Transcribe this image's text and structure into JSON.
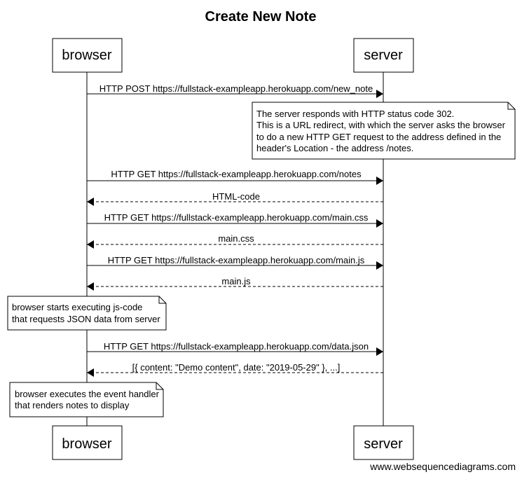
{
  "title": "Create New Note",
  "actors": [
    "browser",
    "server"
  ],
  "messages": [
    {
      "from": "browser",
      "to": "server",
      "label": "HTTP POST https://fullstack-exampleapp.herokuapp.com/new_note",
      "style": "solid"
    },
    {
      "from": "browser",
      "to": "server",
      "label": "HTTP GET https://fullstack-exampleapp.herokuapp.com/notes",
      "style": "solid"
    },
    {
      "from": "server",
      "to": "browser",
      "label": "HTML-code",
      "style": "dashed"
    },
    {
      "from": "browser",
      "to": "server",
      "label": "HTTP GET https://fullstack-exampleapp.herokuapp.com/main.css",
      "style": "solid"
    },
    {
      "from": "server",
      "to": "browser",
      "label": "main.css",
      "style": "dashed"
    },
    {
      "from": "browser",
      "to": "server",
      "label": "HTTP GET https://fullstack-exampleapp.herokuapp.com/main.js",
      "style": "solid"
    },
    {
      "from": "server",
      "to": "browser",
      "label": "main.js",
      "style": "dashed"
    },
    {
      "from": "browser",
      "to": "server",
      "label": "HTTP GET https://fullstack-exampleapp.herokuapp.com/data.json",
      "style": "solid"
    },
    {
      "from": "server",
      "to": "browser",
      "label": "[{ content: \"Demo content\", date: \"2019-05-29\" }, ...]",
      "style": "dashed"
    }
  ],
  "notes": [
    {
      "attached_to": "server",
      "lines": [
        "The server responds with HTTP status code 302.",
        "This is a URL redirect, with which the server asks the browser",
        "to do a new HTTP GET request to the address defined in the",
        "header's Location - the address /notes."
      ]
    },
    {
      "attached_to": "browser",
      "lines": [
        "browser starts executing js-code",
        "that requests JSON data from server"
      ]
    },
    {
      "attached_to": "browser",
      "lines": [
        "browser executes the event handler",
        "that renders notes to display"
      ]
    }
  ],
  "footer": "www.websequencediagrams.com"
}
